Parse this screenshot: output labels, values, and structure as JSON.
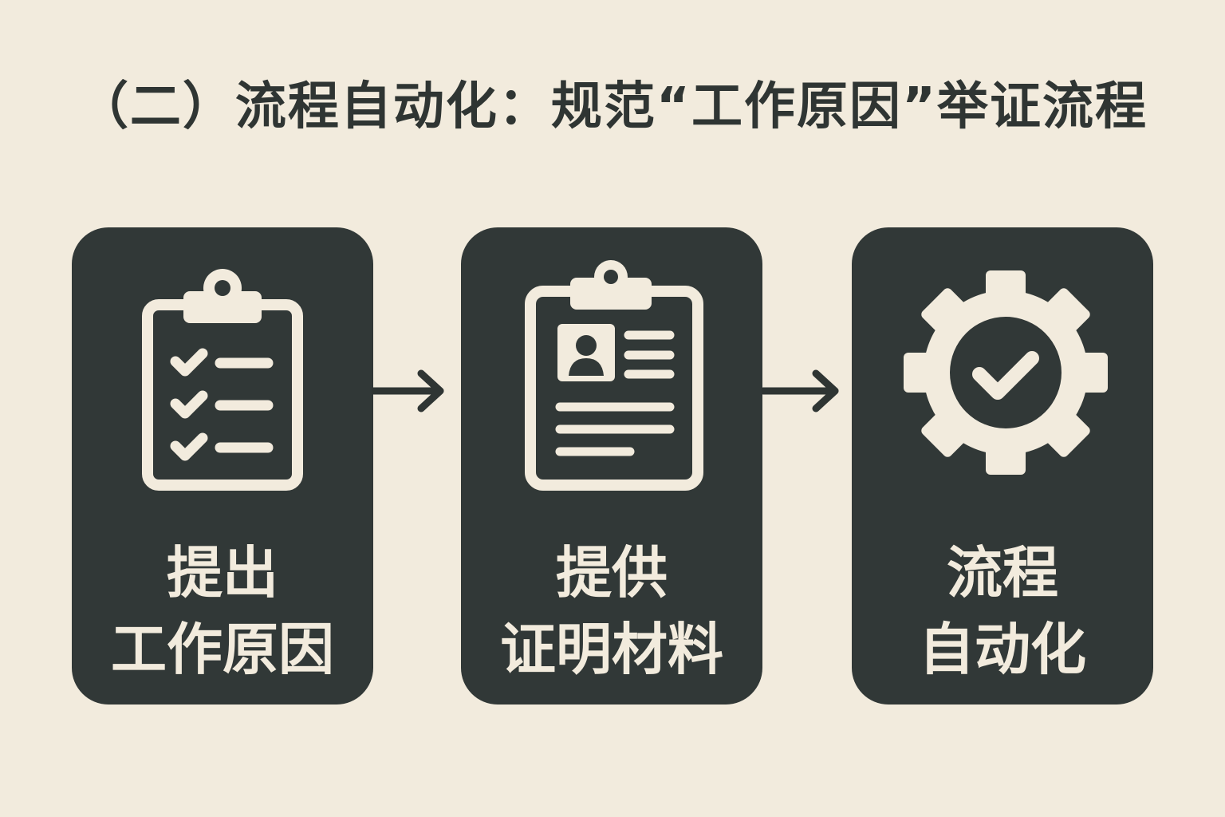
{
  "title": "（二）流程自动化：规范“工作原因”举证流程",
  "steps": [
    {
      "icon": "clipboard-checklist-icon",
      "line1": "提出",
      "line2": "工作原因"
    },
    {
      "icon": "clipboard-document-icon",
      "line1": "提供",
      "line2": "证明材料"
    },
    {
      "icon": "gear-check-icon",
      "line1": "流程",
      "line2": "自动化"
    }
  ],
  "colors": {
    "background": "#f2ebdd",
    "card": "#313837",
    "text_dark": "#2f3533",
    "text_light": "#f2ebdd"
  }
}
